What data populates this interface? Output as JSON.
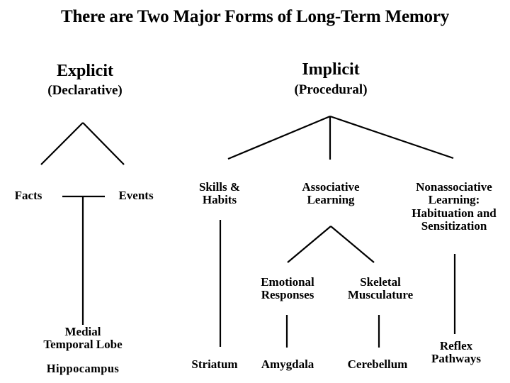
{
  "diagram": {
    "title": "There are Two Major Forms of Long-Term Memory",
    "background_color": "#ffffff",
    "line_color": "#000000",
    "text_color": "#000000",
    "branches": {
      "explicit": {
        "heading": "Explicit",
        "subheading": "(Declarative)",
        "children": [
          {
            "label": "Facts"
          },
          {
            "label": "Events"
          }
        ],
        "substrate": "Medial\nTemporal Lobe",
        "substrate_detail": "Hippocampus"
      },
      "implicit": {
        "heading": "Implicit",
        "subheading": "(Procedural)",
        "children": [
          {
            "label": "Skills &\nHabits",
            "structure": "Striatum"
          },
          {
            "label": "Associative\nLearning",
            "children": [
              {
                "label": "Emotional\nResponses",
                "structure": "Amygdala"
              },
              {
                "label": "Skeletal\nMusculature",
                "structure": "Cerebellum"
              }
            ]
          },
          {
            "label": "Nonassociative\nLearning:\nHabituation and\nSensitization",
            "structure": "Reflex\nPathways"
          }
        ]
      }
    }
  }
}
